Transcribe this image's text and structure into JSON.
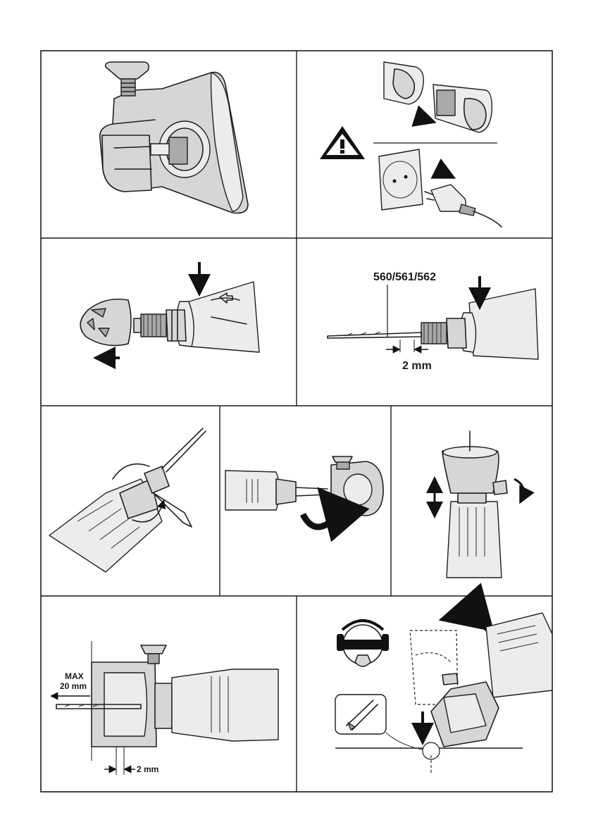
{
  "panel_2_2": {
    "callout": "560/561/562",
    "dimension": "2 mm"
  },
  "panel_4_1": {
    "max_label_line1": "MAX",
    "max_label_line2": "20 mm",
    "dimension": "2 mm"
  },
  "colors": {
    "frame": "#1a1a1a",
    "part_fill": "#d6d6d6",
    "light_fill": "#ececec"
  },
  "icons": [
    "warning-triangle-icon",
    "push-arrow-icon",
    "rotate-arrow-icon",
    "updown-arrow-icon",
    "safety-gear-icon"
  ]
}
